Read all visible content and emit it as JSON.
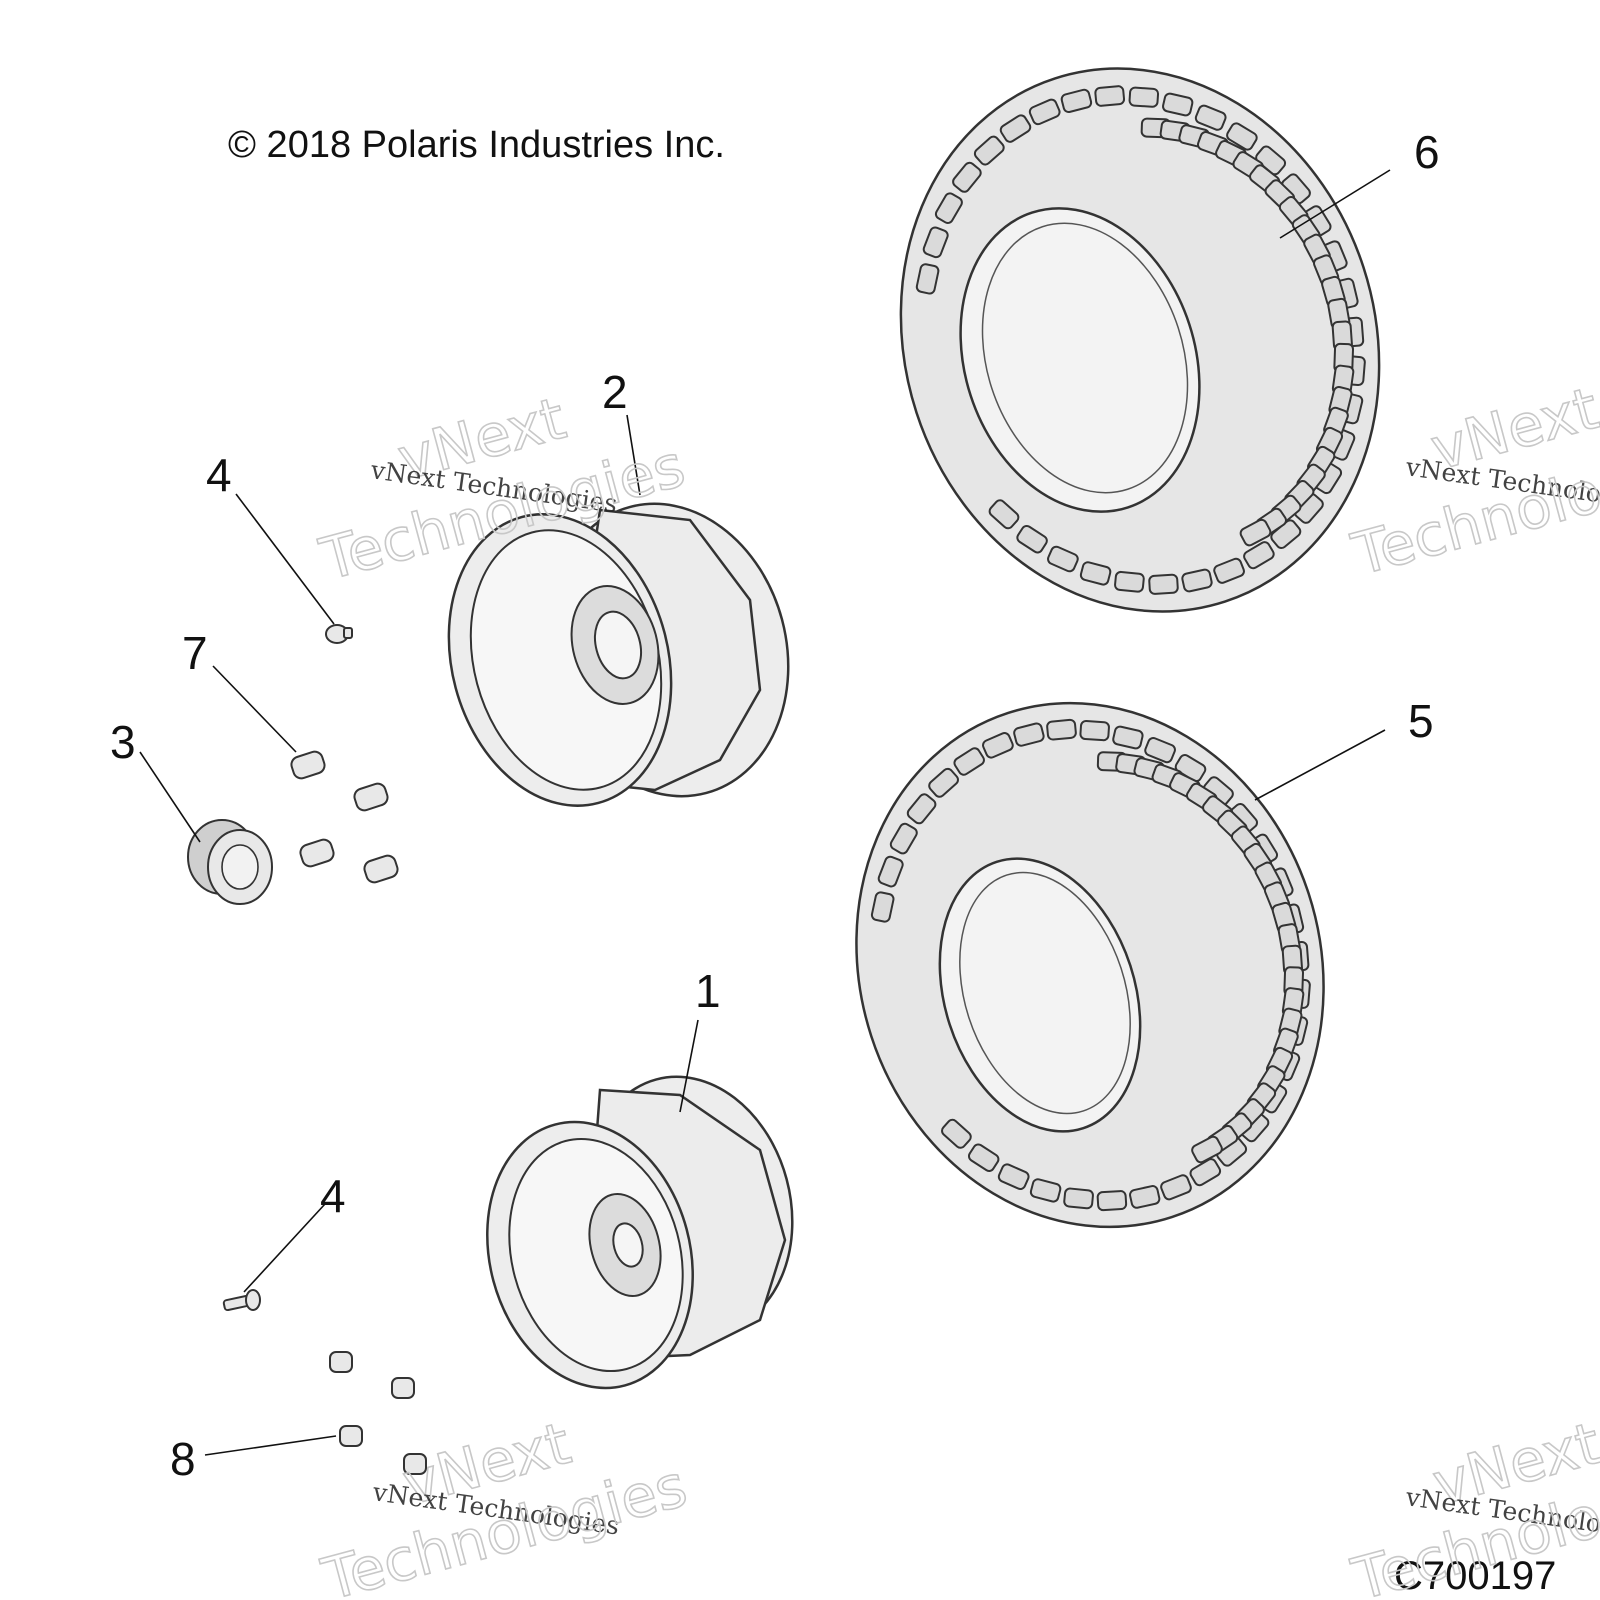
{
  "header": {
    "copyright": "© 2018 Polaris Industries Inc."
  },
  "footer": {
    "figure_code": "C700197"
  },
  "callouts": {
    "c1": "1",
    "c2": "2",
    "c3": "3",
    "c4a": "4",
    "c4b": "4",
    "c5": "5",
    "c6": "6",
    "c7": "7",
    "c8": "8"
  },
  "watermarks": {
    "small": "vNext Technologies",
    "big_line1": "vNext",
    "big_line2": "Technologies"
  },
  "colors": {
    "line": "#333333",
    "fill": "#e6e6e6"
  }
}
